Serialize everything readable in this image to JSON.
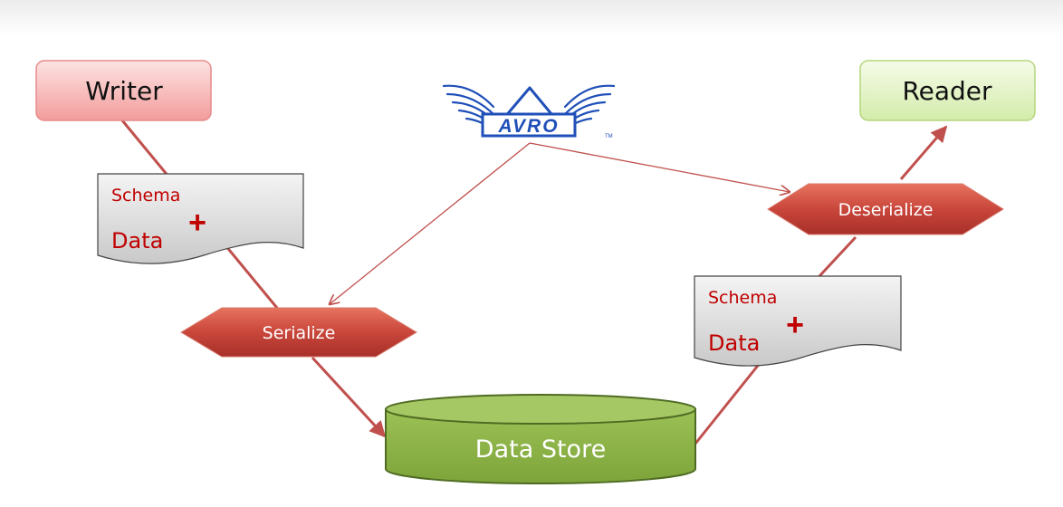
{
  "writer": {
    "label": "Writer"
  },
  "reader": {
    "label": "Reader"
  },
  "logo": {
    "text": "AVRO",
    "mark": "TM"
  },
  "writer_doc": {
    "schema": "Schema",
    "plus": "+",
    "data": "Data"
  },
  "reader_doc": {
    "schema": "Schema",
    "plus": "+",
    "data": "Data"
  },
  "serialize": {
    "label": "Serialize"
  },
  "deserialize": {
    "label": "Deserialize"
  },
  "datastore": {
    "label": "Data Store"
  },
  "colors": {
    "writer_fill": "#f7b7b7",
    "reader_fill": "#dff2b8",
    "hexagon_fill": "#c9463b",
    "cylinder_fill": "#8db34a",
    "arrow": "#c0504d",
    "doc_text": "#c00000",
    "logo": "#1f4fb8"
  }
}
